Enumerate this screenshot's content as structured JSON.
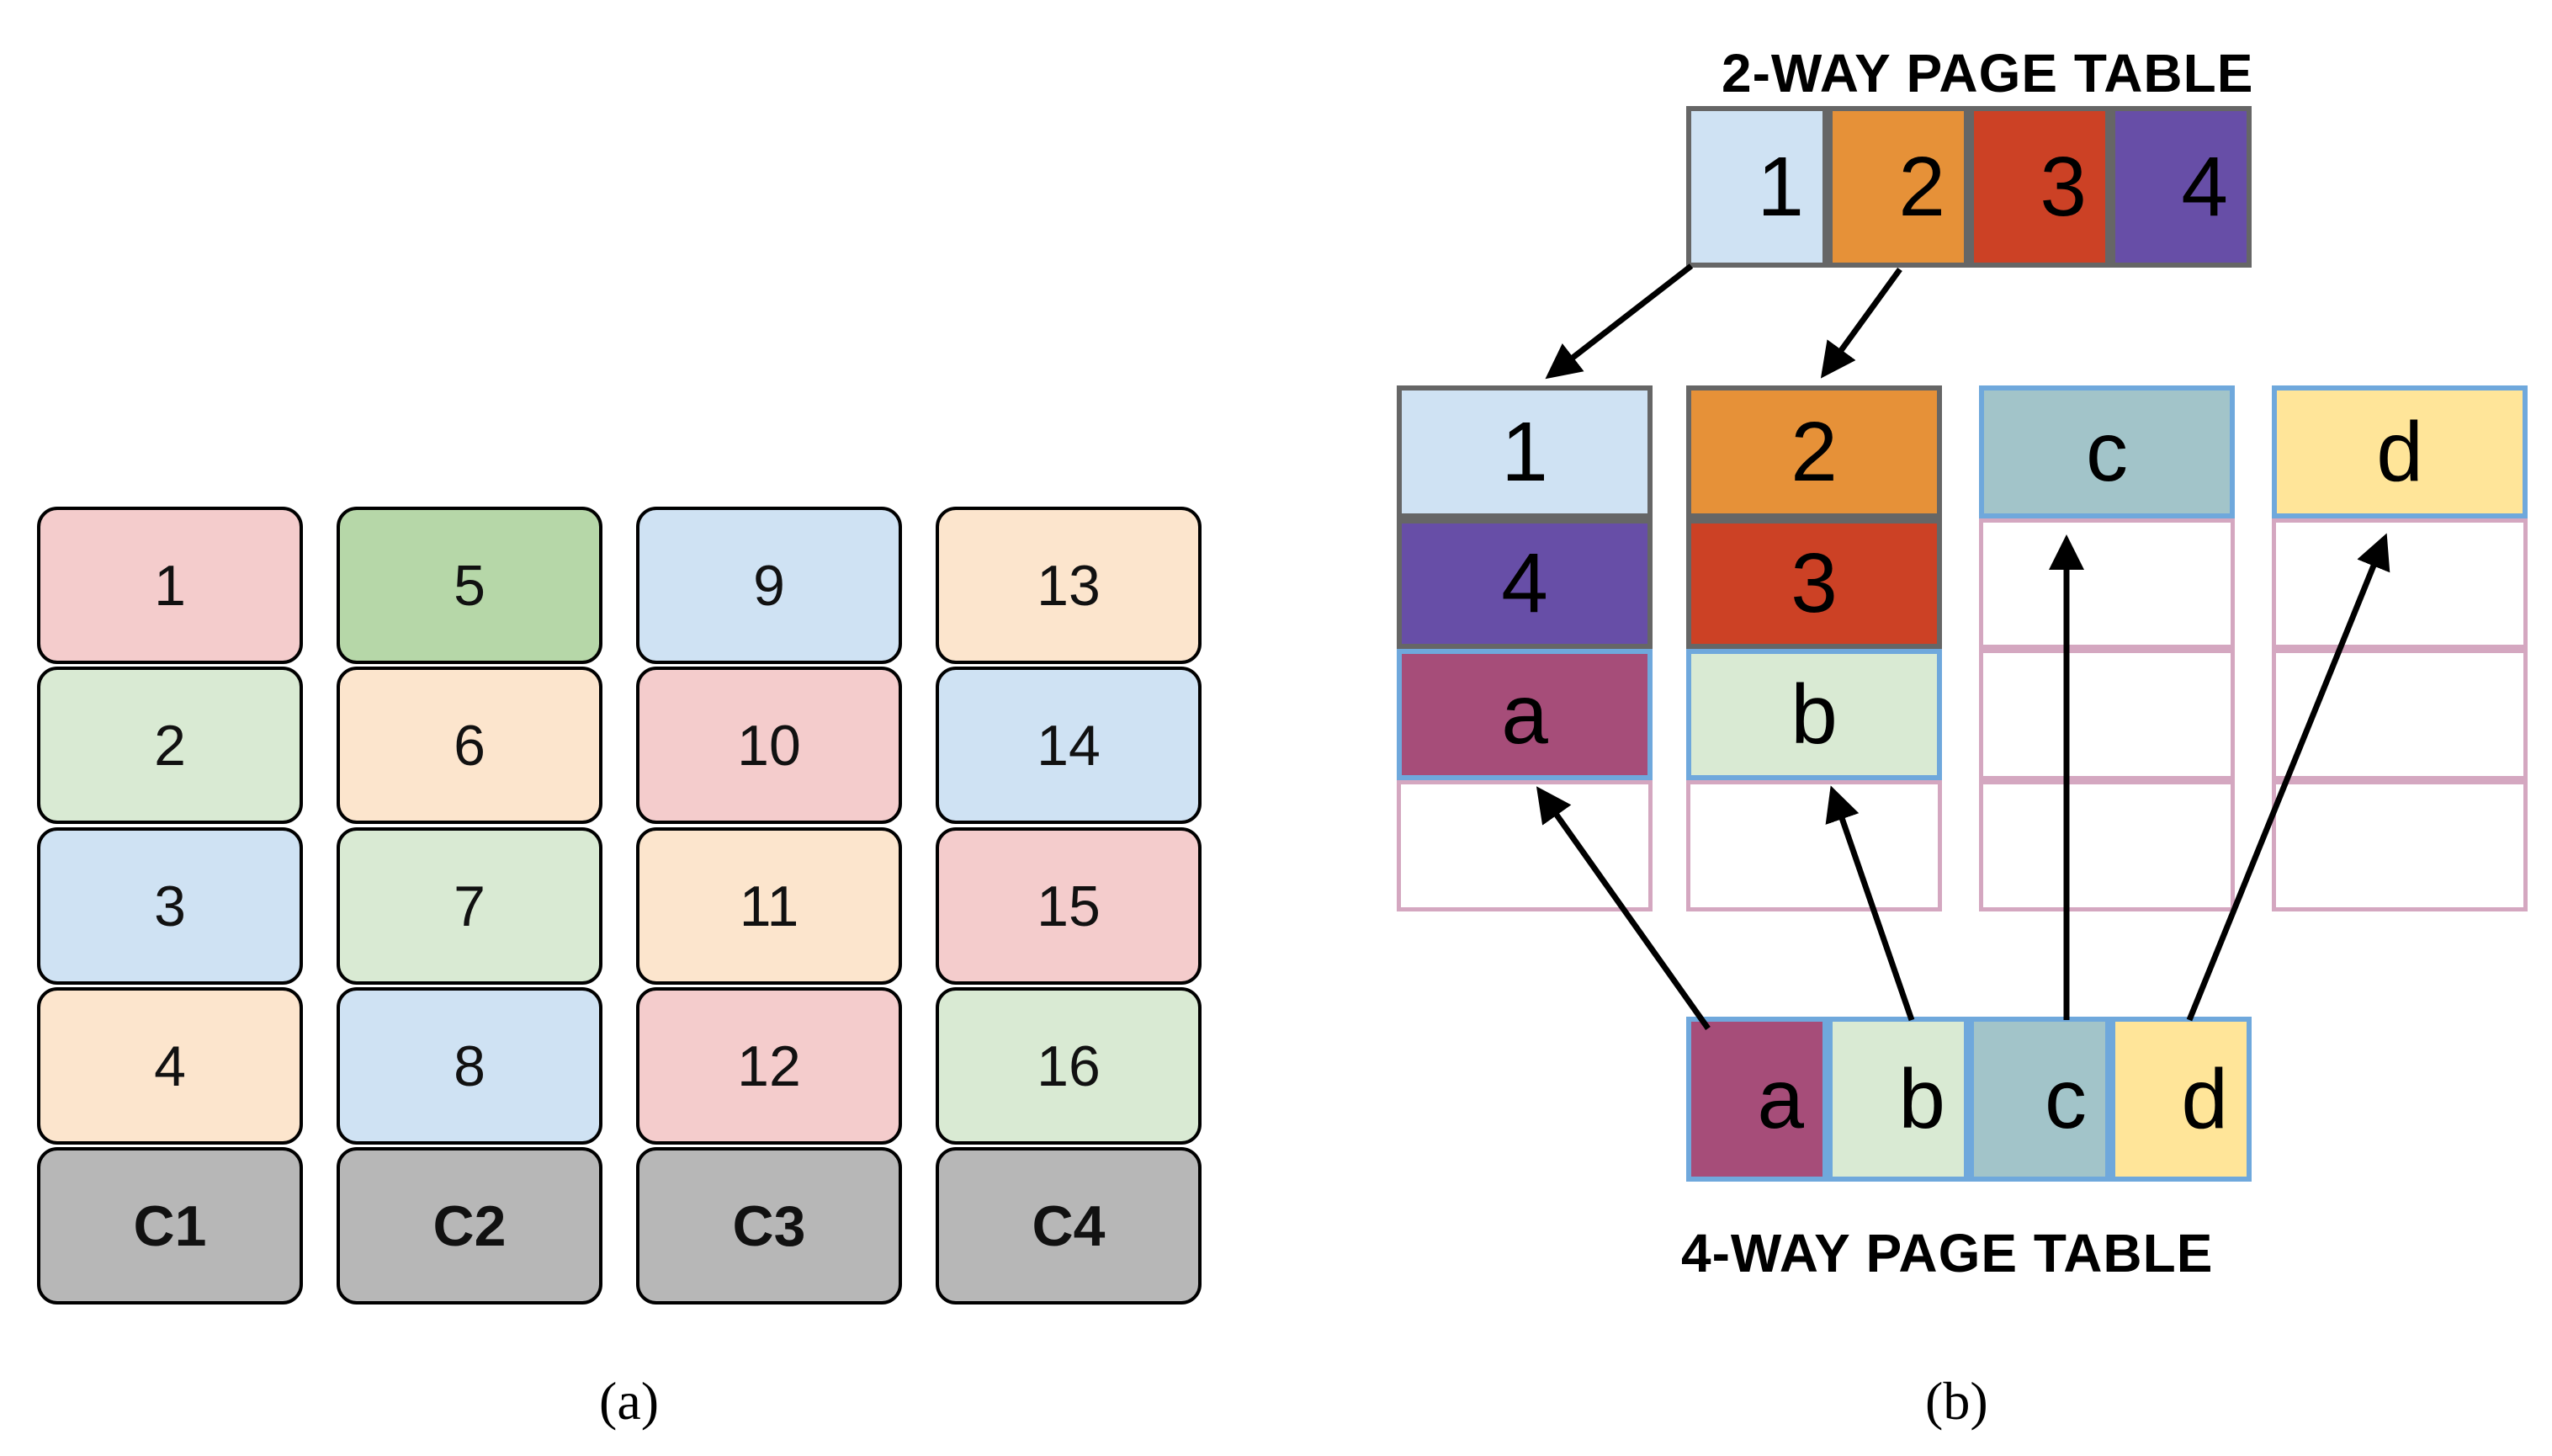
{
  "panel_a": {
    "columns": [
      {
        "cells": [
          "1",
          "2",
          "3",
          "4"
        ],
        "colors": [
          "#f4cccc",
          "#d9ead3",
          "#cfe2f3",
          "#fce5cd"
        ],
        "cap": "C1"
      },
      {
        "cells": [
          "5",
          "6",
          "7",
          "8"
        ],
        "colors": [
          "#b6d7a8",
          "#fce5cd",
          "#d9ead3",
          "#cfe2f3"
        ],
        "cap": "C2"
      },
      {
        "cells": [
          "9",
          "10",
          "11",
          "12"
        ],
        "colors": [
          "#cfe2f3",
          "#f4cccc",
          "#fce5cd",
          "#f4cccc"
        ],
        "cap": "C3"
      },
      {
        "cells": [
          "13",
          "14",
          "15",
          "16"
        ],
        "colors": [
          "#fce5cd",
          "#cfe2f3",
          "#f4cccc",
          "#d9ead3"
        ],
        "cap": "C4"
      }
    ],
    "cap_color": "#b7b7b7",
    "caption": "(a)"
  },
  "panel_b": {
    "two_way": {
      "title": "2-WAY PAGE TABLE",
      "entries": [
        "1",
        "2",
        "3",
        "4"
      ],
      "colors": [
        "#cfe2f3",
        "#e69138",
        "#cc4125",
        "#674ea7"
      ],
      "border": "#666666"
    },
    "four_way": {
      "title": "4-WAY PAGE TABLE",
      "entries": [
        "a",
        "b",
        "c",
        "d"
      ],
      "colors": [
        "#a64d79",
        "#d9ead3",
        "#a2c4c9",
        "#ffe599"
      ],
      "border": "#6fa8dc"
    },
    "pages": [
      {
        "labels": [
          "1",
          "4",
          "a"
        ]
      },
      {
        "labels": [
          "2",
          "3",
          "b"
        ]
      },
      {
        "labels": [
          "c"
        ]
      },
      {
        "labels": [
          "d"
        ]
      }
    ],
    "caption": "(b)"
  }
}
